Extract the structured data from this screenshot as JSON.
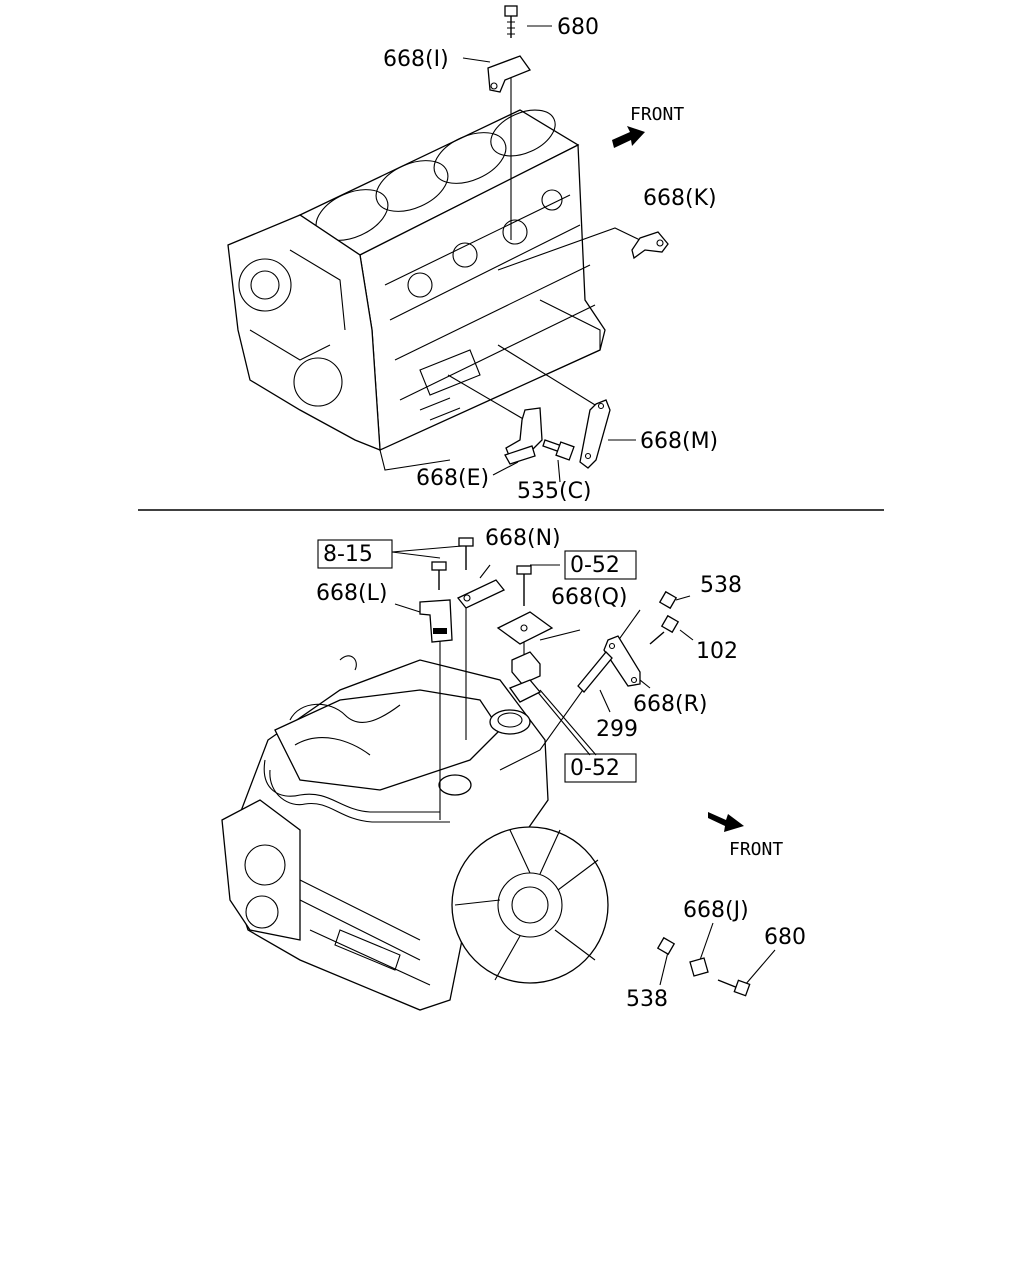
{
  "labels": {
    "top_680": "680",
    "top_668I": "668(I)",
    "top_front": "FRONT",
    "top_668K": "668(K)",
    "top_668M": "668(M)",
    "top_668E": "668(E)",
    "top_535C": "535(C)",
    "bot_8_15": "8-15",
    "bot_668N": "668(N)",
    "bot_0_52_a": "0-52",
    "bot_538_a": "538",
    "bot_668L": "668(L)",
    "bot_668Q": "668(Q)",
    "bot_102": "102",
    "bot_668R": "668(R)",
    "bot_299": "299",
    "bot_0_52_b": "0-52",
    "bot_front": "FRONT",
    "bot_668J": "668(J)",
    "bot_680": "680",
    "bot_538_b": "538"
  }
}
